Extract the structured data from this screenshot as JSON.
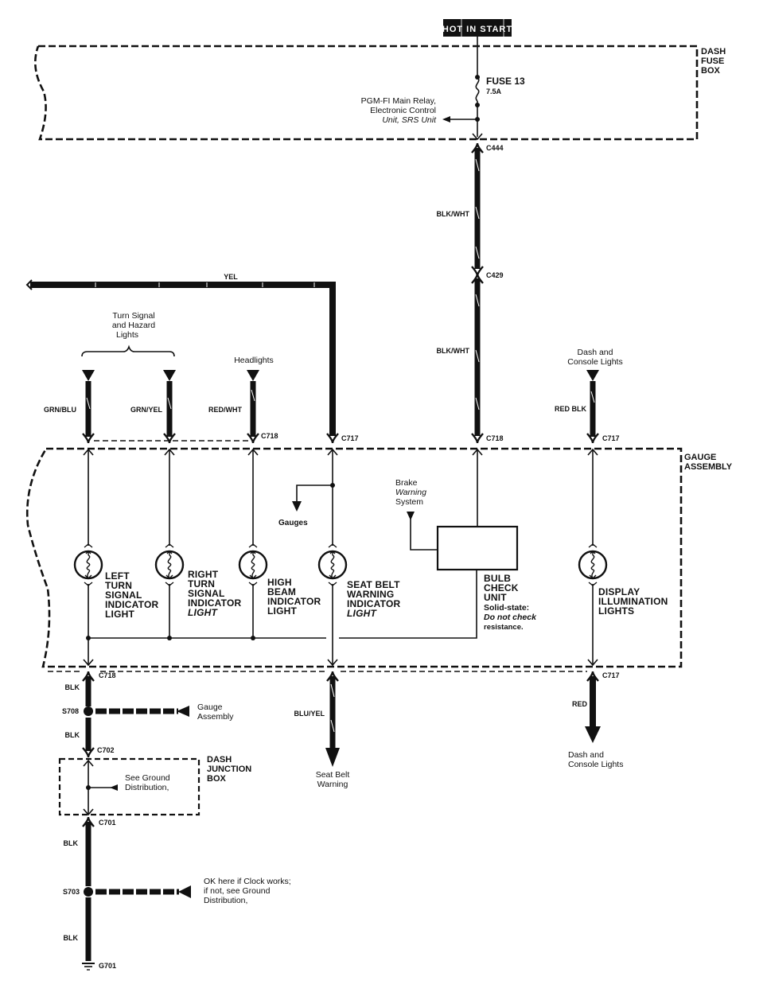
{
  "title_badge": "HOT IN START",
  "colors": {
    "ink": "#111111",
    "background": "#ffffff",
    "badge_bg": "#111111",
    "badge_text": "#ffffff"
  },
  "boxes": {
    "dash_fuse_box": [
      "DASH",
      "FUSE",
      "BOX"
    ],
    "gauge_assembly": [
      "GAUGE",
      "ASSEMBLY"
    ],
    "dash_junction_box": [
      "DASH",
      "JUNCTION",
      "BOX"
    ]
  },
  "fuse": {
    "name": "FUSE 13",
    "rating": "7.5A"
  },
  "fuse_branch_note": [
    "PGM-FI Main Relay,",
    "Electronic Control",
    "Unit, SRS Unit"
  ],
  "connectors": {
    "c444": "C444",
    "c429": "C429",
    "c718_main": "C718",
    "c718_headlights": "C718",
    "c717_yel": "C717",
    "c717_dash": "C717",
    "c718_bottom": "C718",
    "c717_bottom": "C717",
    "c702": "C702",
    "c701": "C701"
  },
  "splices": {
    "s708": "S708",
    "s703": "S703"
  },
  "ground": "G701",
  "wire_colors": {
    "main_1": "BLK/WHT",
    "main_2": "BLK/WHT",
    "yel": "YEL",
    "left_turn": "GRN/BLU",
    "right_turn": "GRN/YEL",
    "headlights": "RED/WHT",
    "dash_in": "RED BLK",
    "gnd_1": "BLK",
    "gnd_2": "BLK",
    "gnd_3": "BLK",
    "gnd_4": "BLK",
    "seat_belt_out": "BLU/YEL",
    "dash_out": "RED"
  },
  "inputs": {
    "turn_signal": [
      "Turn Signal",
      "and Hazard",
      "Lights"
    ],
    "headlights": [
      "Headlights"
    ],
    "dash_console_in": [
      "Dash and",
      "Console Lights"
    ],
    "brake_warning": [
      "Brake",
      "Warning",
      "System"
    ],
    "gauges": "Gauges"
  },
  "components": {
    "left_turn": [
      "LEFT",
      "TURN",
      "SIGNAL",
      "INDICATOR",
      "LIGHT"
    ],
    "right_turn": [
      "RIGHT",
      "TURN",
      "SIGNAL",
      "INDICATOR",
      "LIGHT"
    ],
    "high_beam": [
      "HIGH",
      "BEAM",
      "INDICATOR",
      "LIGHT"
    ],
    "seat_belt": [
      "SEAT BELT",
      "WARNING",
      "INDICATOR",
      "LIGHT"
    ],
    "bulb_check": [
      "BULB",
      "CHECK",
      "UNIT"
    ],
    "bulb_check_note": [
      "Solid-state:",
      "Do not check",
      "resistance."
    ],
    "display": [
      "DISPLAY",
      "ILLUMINATION",
      "LIGHTS"
    ]
  },
  "outputs": {
    "seat_belt": [
      "Seat Belt",
      "Warning"
    ],
    "dash_console_out": [
      "Dash and",
      "Console Lights"
    ],
    "gauge_assembly_gnd": [
      "Gauge",
      "Assembly"
    ],
    "junction_note": [
      "See Ground",
      "Distribution,"
    ],
    "clock_note": [
      "OK here if Clock works;",
      "if not, see Ground",
      "Distribution,"
    ]
  }
}
